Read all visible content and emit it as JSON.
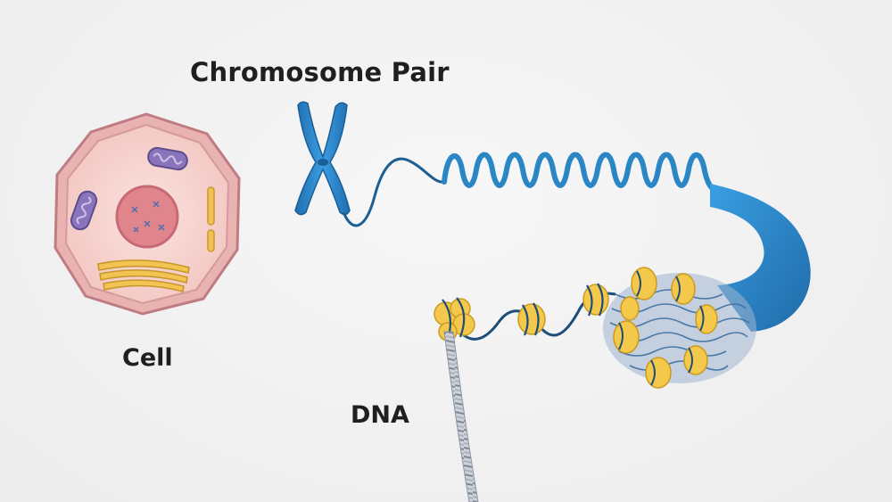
{
  "labels": {
    "chromosome": "Chromosome Pair",
    "cell": "Cell",
    "dna": "DNA"
  },
  "colors": {
    "background": "#f1f1f1",
    "chromatin_blue": "#2b86c6",
    "chromatin_dark": "#1d5f93",
    "histone_yellow": "#f5c64a",
    "cell_fill": "#f6d3cf",
    "cell_membrane": "#c9868a",
    "nucleus": "#e98d94",
    "mitochondria": "#8f7bc0",
    "golgi": "#f3c453"
  }
}
